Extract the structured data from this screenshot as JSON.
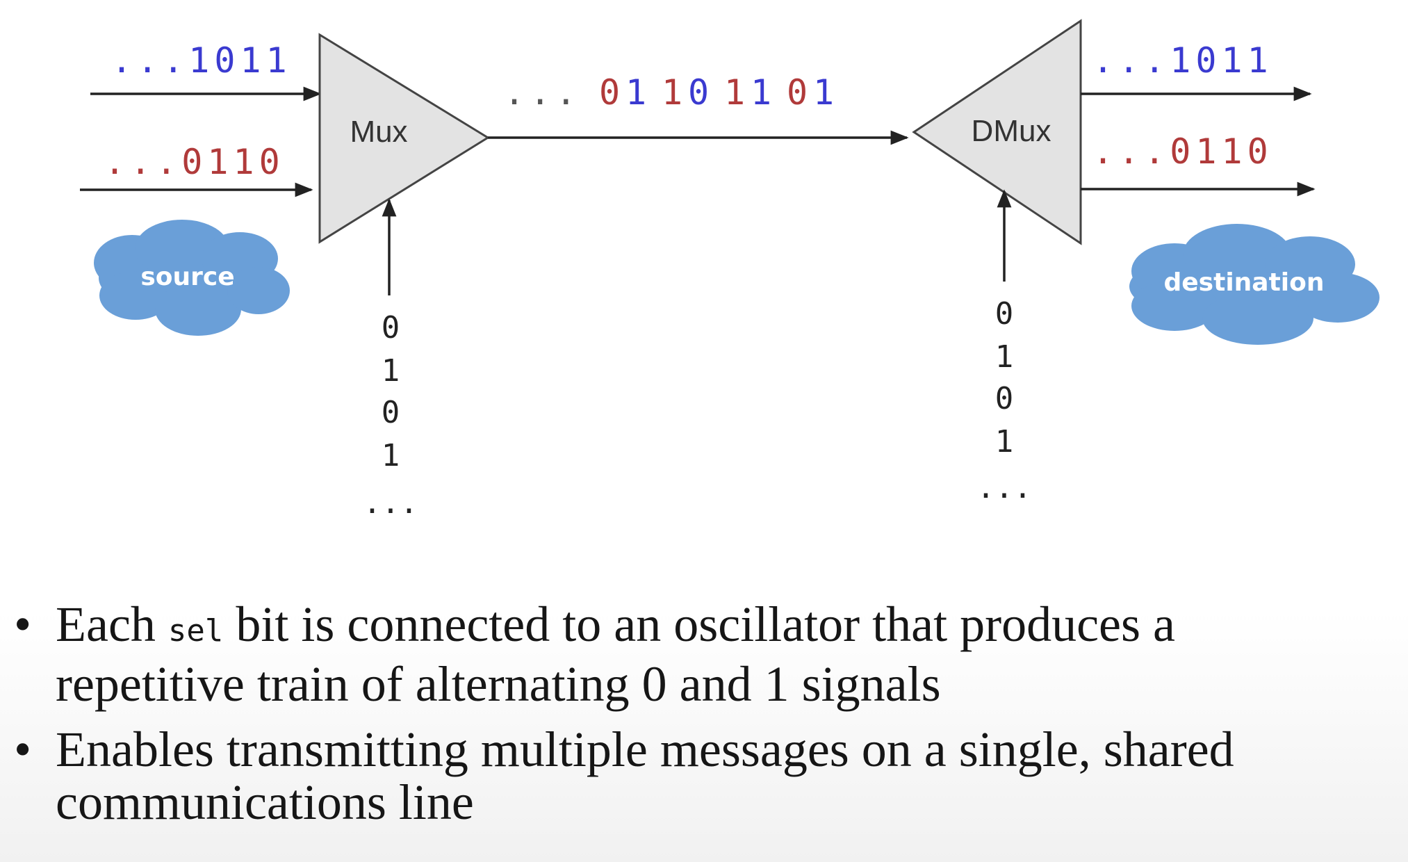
{
  "diagram": {
    "mux": {
      "label": "Mux",
      "input_top": "...1011",
      "input_bottom": "...0110",
      "sel_bits": [
        "0",
        "1",
        "0",
        "1",
        "..."
      ]
    },
    "line": {
      "prefix": "...",
      "stream": [
        "0",
        "1",
        "1",
        "0",
        "1",
        "1",
        "0",
        "1"
      ]
    },
    "dmux": {
      "label": "DMux",
      "output_top": "...1011",
      "output_bottom": "...0110",
      "sel_bits": [
        "0",
        "1",
        "0",
        "1",
        "..."
      ]
    },
    "source_label": "source",
    "destination_label": "destination"
  },
  "bullets": [
    {
      "before": "Each ",
      "code": "sel",
      "after": " bit is connected to an oscillator that produces a repetitive train of alternating 0 and 1 signals"
    },
    {
      "before": "Enables transmitting multiple messages on a single, shared communications line",
      "code": "",
      "after": ""
    }
  ],
  "colors": {
    "blue_bits": "#3a3ad0",
    "red_bits": "#b03a3a",
    "triangle_fill": "#e3e3e3",
    "cloud_fill": "#6a9fd8",
    "line": "#222222"
  }
}
